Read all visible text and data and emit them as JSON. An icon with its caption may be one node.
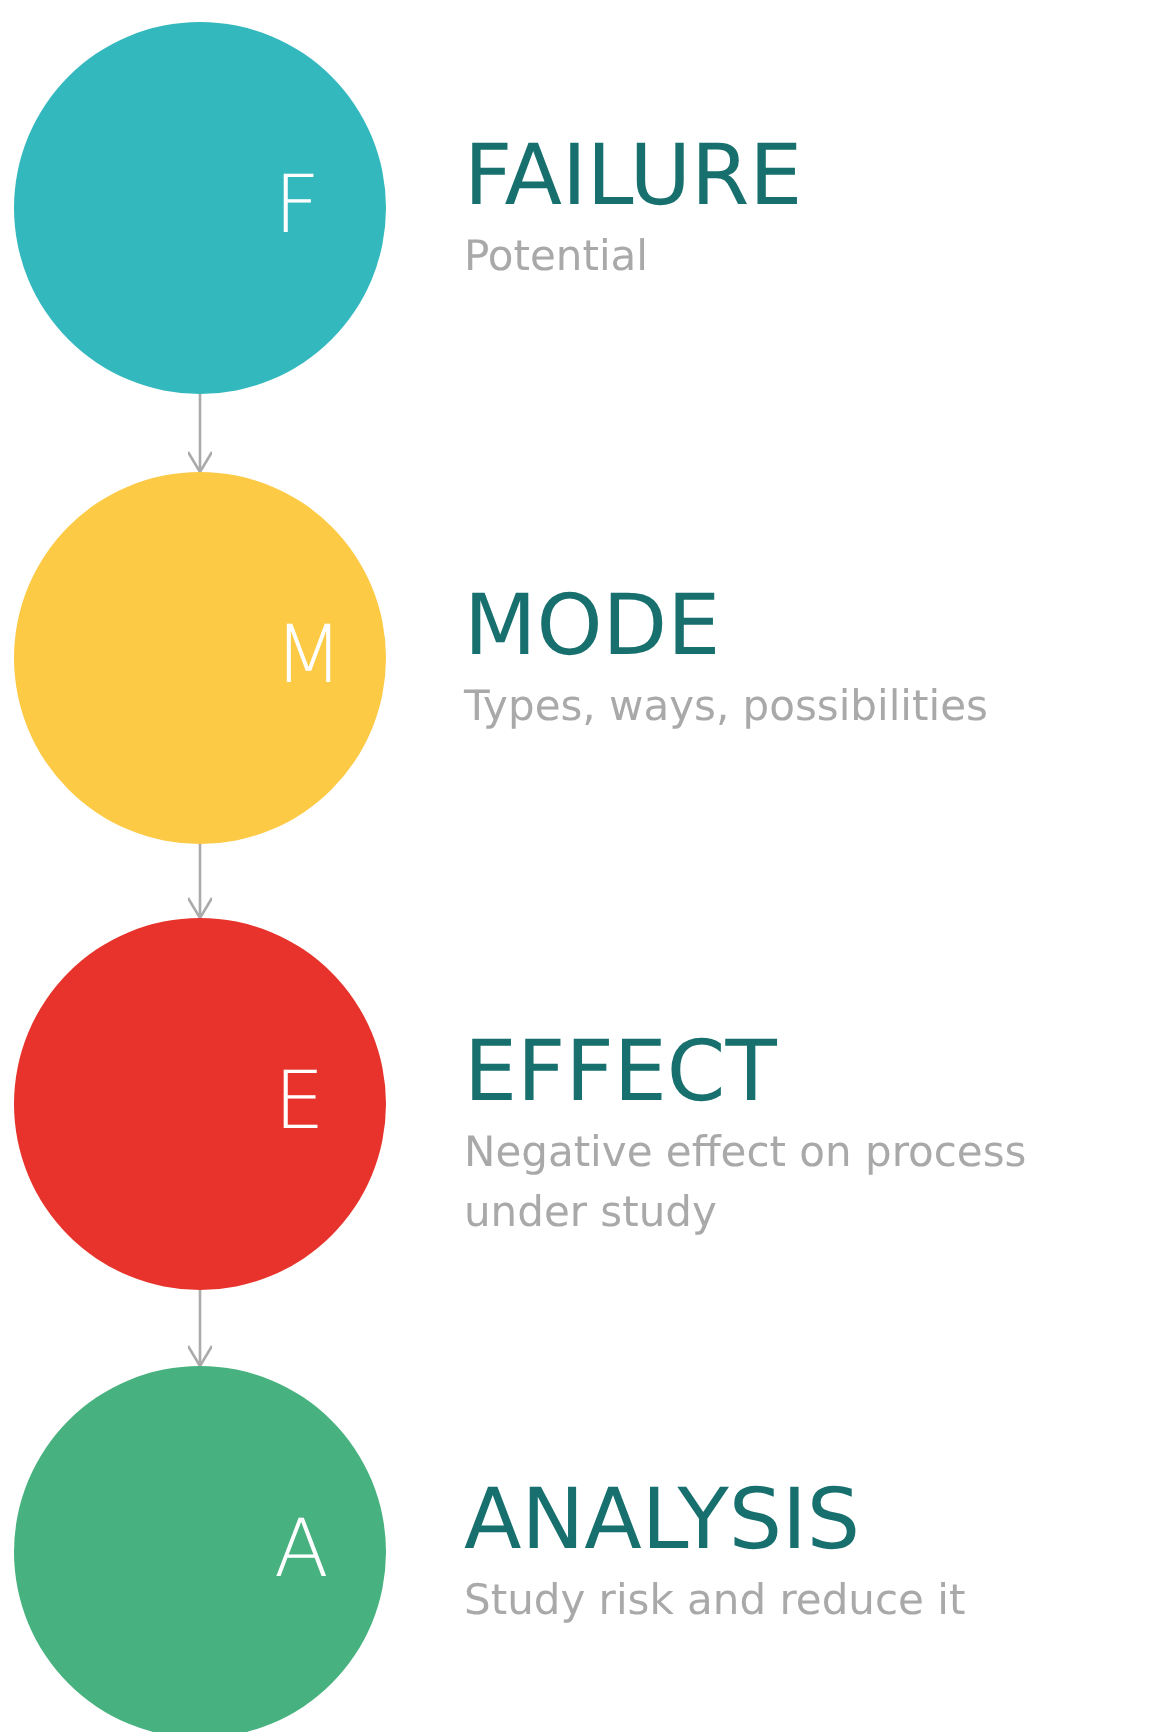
{
  "diagram": {
    "nodes": [
      {
        "text": [
          "F"
        ],
        "beside": [
          "FAILURE",
          "Potential"
        ]
      },
      {
        "text": [
          "M"
        ],
        "beside": [
          "MODE",
          "Types, ways, possibilities"
        ]
      },
      {
        "text": [
          "E"
        ],
        "beside": [
          "EFFECT",
          "Negative effect on process under study"
        ]
      },
      {
        "text": [
          "A"
        ],
        "beside": [
          "ANALYSIS",
          "Study risk and reduce it"
        ]
      }
    ],
    "edges": [
      {
        "from": 0,
        "to": 1,
        "arrow": "to"
      },
      {
        "from": 1,
        "to": 2,
        "arrow": "to"
      },
      {
        "from": 2,
        "to": 3,
        "arrow": "to"
      }
    ]
  }
}
